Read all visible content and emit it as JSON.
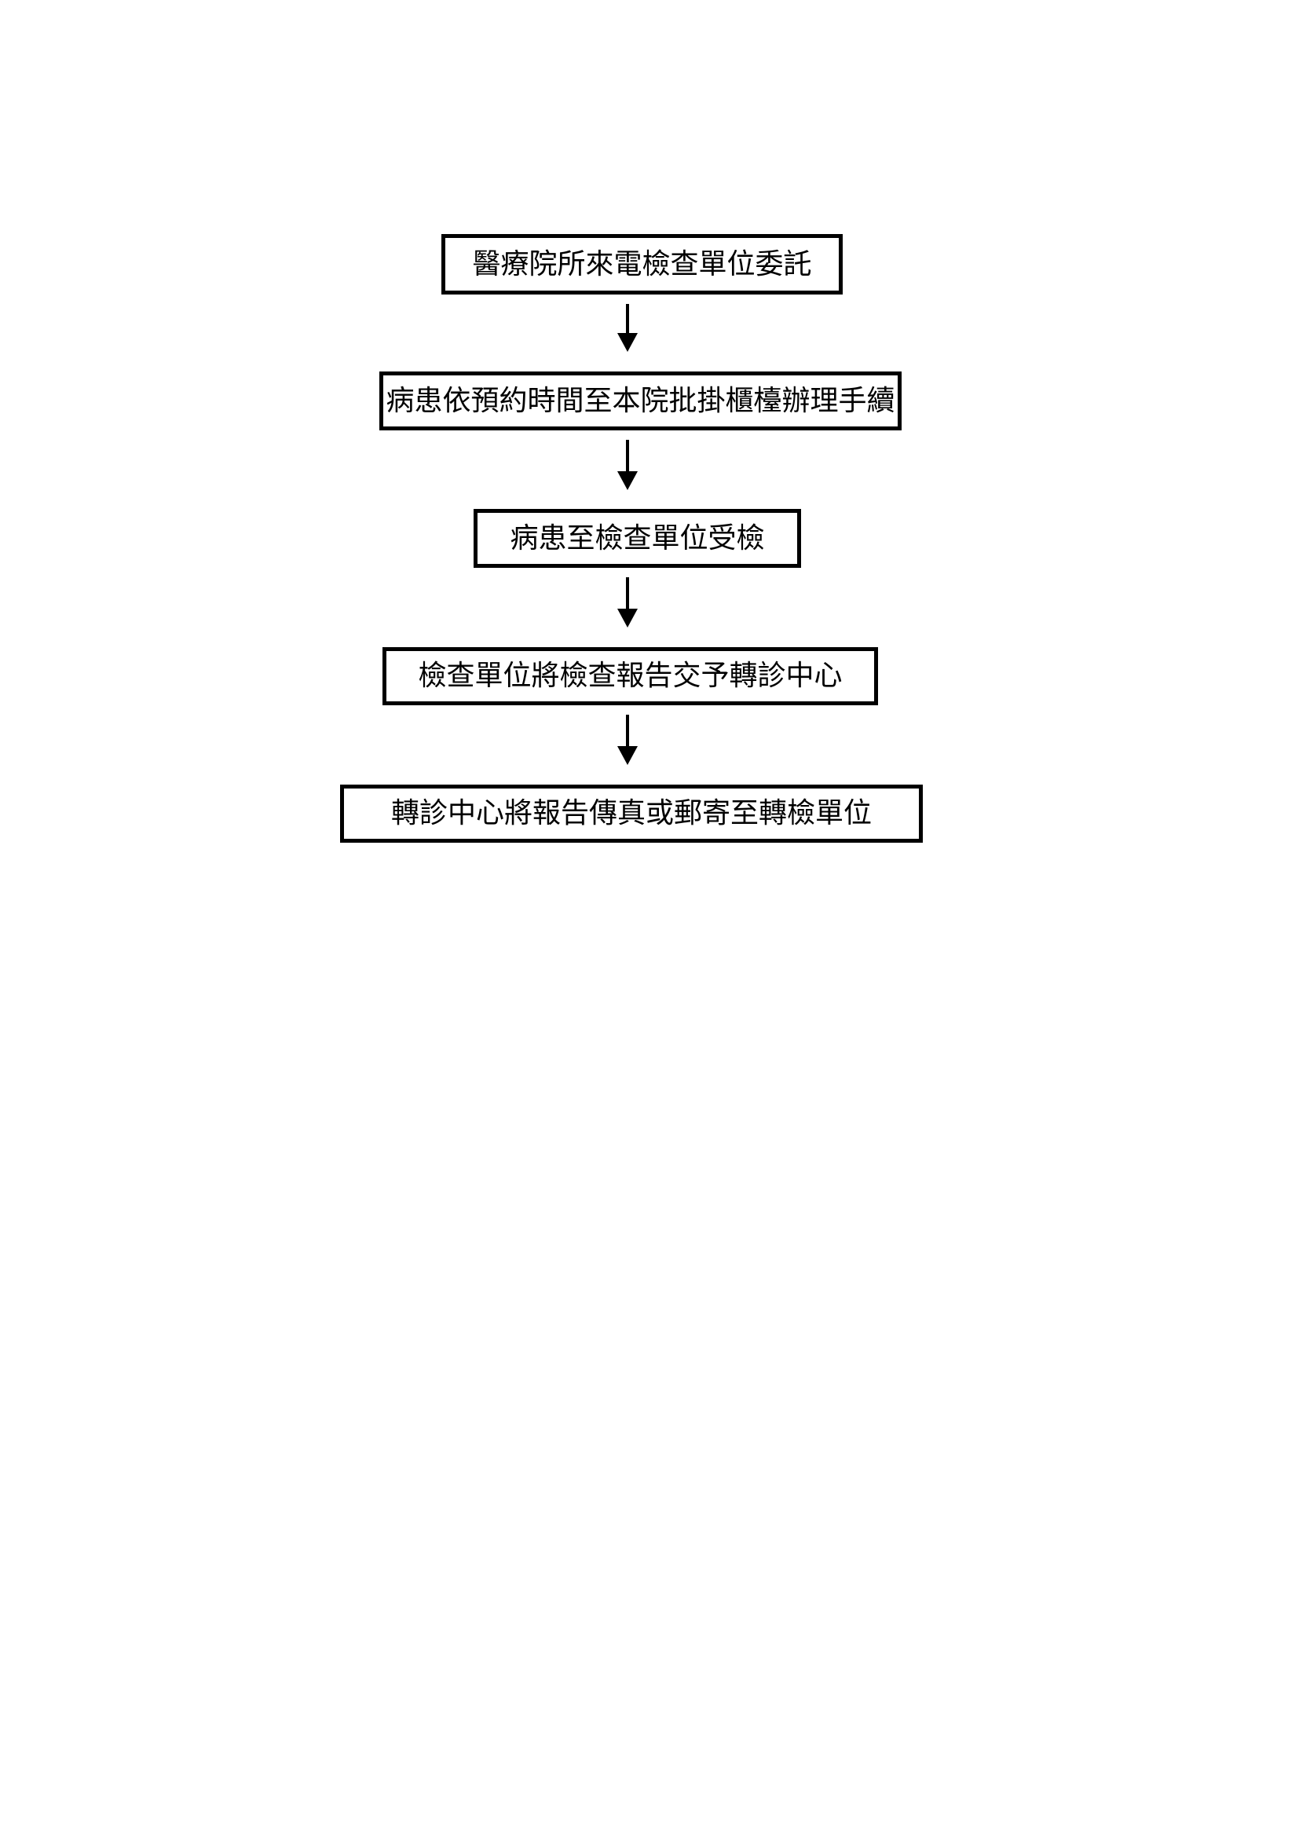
{
  "diagram": {
    "type": "flowchart",
    "direction": "top-down",
    "connector": "arrow-down",
    "steps": [
      {
        "label": "醫療院所來電檢查單位委託"
      },
      {
        "label": "病患依預約時間至本院批掛櫃檯辦理手續"
      },
      {
        "label": "病患至檢查單位受檢"
      },
      {
        "label": "檢查單位將檢查報告交予轉診中心"
      },
      {
        "label": "轉診中心將報告傳真或郵寄至轉檢單位"
      }
    ],
    "colors": {
      "background": "#ffffff",
      "box_border": "#000000",
      "text": "#000000",
      "arrow": "#000000"
    }
  }
}
